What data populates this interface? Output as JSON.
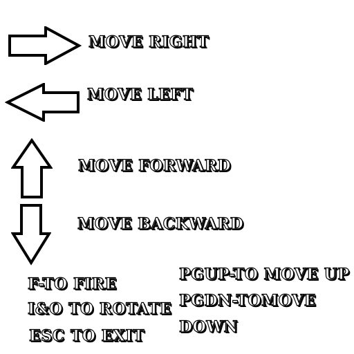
{
  "controls": {
    "move_right": {
      "icon": "arrow-right-icon",
      "label": "MOVE  RIGHT"
    },
    "move_left": {
      "icon": "arrow-left-icon",
      "label": "MOVE LEFT"
    },
    "move_forward": {
      "icon": "arrow-up-icon",
      "label": "MOVE FORWARD"
    },
    "move_backward": {
      "icon": "arrow-down-icon",
      "label": "MOVE BACKWARD"
    }
  },
  "keys_left": {
    "line1": "F-TO FIRE",
    "line2": "I&O TO ROTATE",
    "line3": "ESC TO EXIT"
  },
  "keys_right": {
    "line1": "PGUP-TO MOVE UP",
    "line2": "PGDN-TOMOVE",
    "line3": "DOWN"
  },
  "colors": {
    "background": "#ffffff",
    "outline": "#000000",
    "text_fill": "#ffffff"
  }
}
